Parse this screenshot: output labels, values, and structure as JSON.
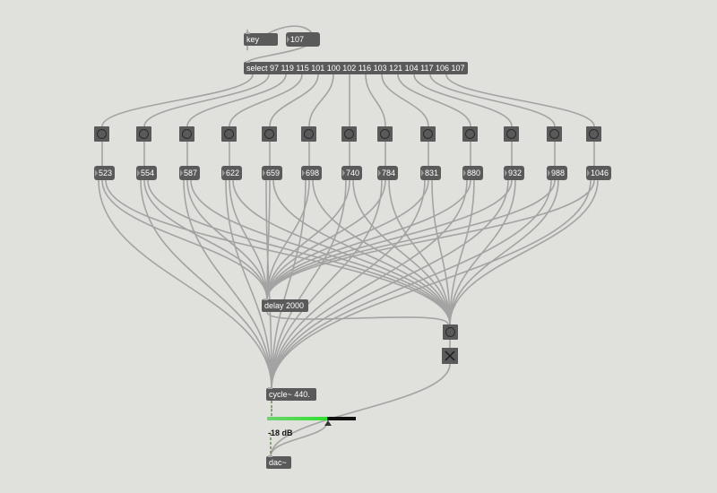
{
  "patch": {
    "key_object": {
      "label": "key"
    },
    "key_number": {
      "value": "107"
    },
    "select_object": {
      "label": "select 97 119 115 101 100 102 116 103 121 104 117 106 107"
    },
    "frequencies": [
      "523",
      "554",
      "587",
      "622",
      "659",
      "698",
      "740",
      "784",
      "831",
      "880",
      "932",
      "988",
      "1046"
    ],
    "delay_object": {
      "label": "delay 2000"
    },
    "cycle_object": {
      "label": "cycle~ 440."
    },
    "gain": {
      "level": 0.68,
      "label": "-18 dB"
    },
    "dac_object": {
      "label": "dac~"
    },
    "toggle": {
      "state": "on"
    }
  },
  "colors": {
    "background": "#e0e0dc",
    "object_fill": "#5a5a5a",
    "object_text": "#ffffff",
    "patch_cord": "#a3a3a3",
    "signal_cord": "#6f8f5a",
    "meter_fill": "#2de02d"
  }
}
